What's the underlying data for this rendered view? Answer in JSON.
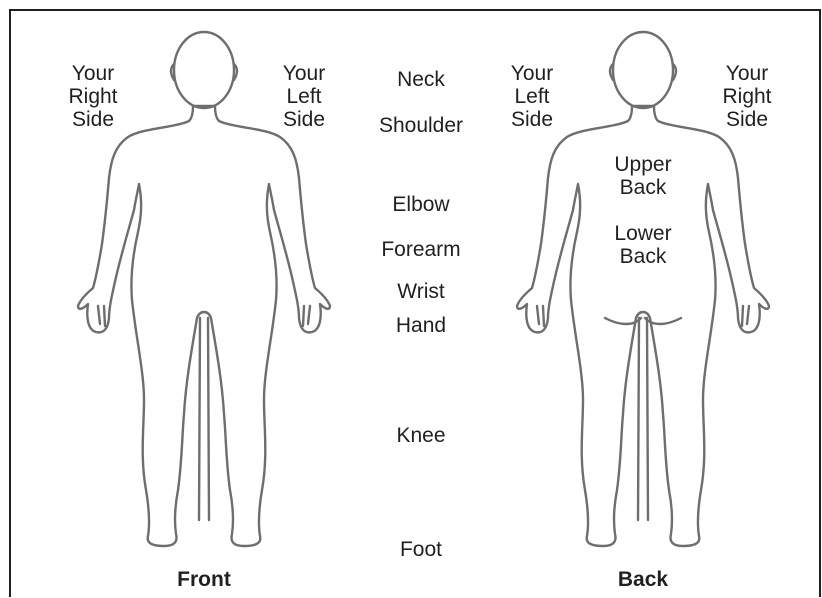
{
  "sides": {
    "front_right": "Your\nRight\nSide",
    "front_left": "Your\nLeft\nSide",
    "back_left": "Your\nLeft\nSide",
    "back_right": "Your\nRight\nSide"
  },
  "body_parts": {
    "neck": "Neck",
    "shoulder": "Shoulder",
    "elbow": "Elbow",
    "forearm": "Forearm",
    "wrist": "Wrist",
    "hand": "Hand",
    "knee": "Knee",
    "foot": "Foot"
  },
  "back_regions": {
    "upper_back": "Upper\nBack",
    "lower_back": "Lower\nBack"
  },
  "captions": {
    "front": "Front",
    "back": "Back"
  },
  "colors": {
    "frame": "#231f20",
    "outline": "#6d6e71",
    "text": "#231f20"
  }
}
